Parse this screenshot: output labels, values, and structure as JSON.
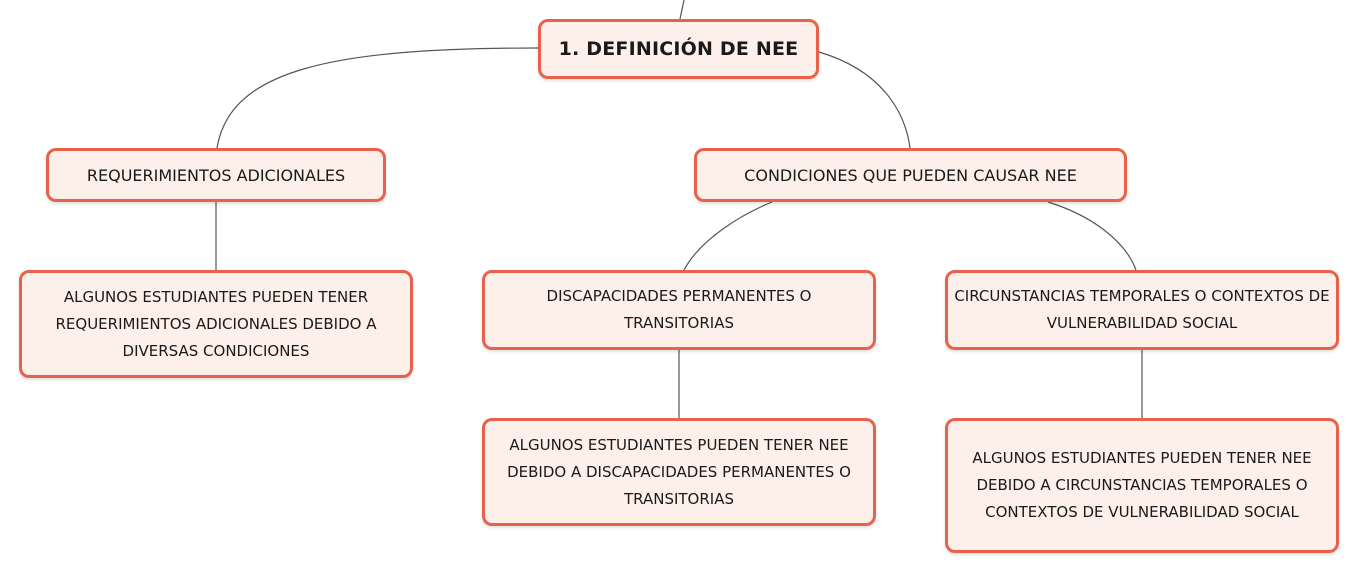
{
  "root": {
    "label": "1. DEFINICIÓN DE NEE"
  },
  "nodes": {
    "requerimientos": {
      "label": "REQUERIMIENTOS ADICIONALES"
    },
    "condiciones": {
      "label": "CONDICIONES QUE PUEDEN CAUSAR NEE"
    },
    "requerimientos_desc": {
      "label": "ALGUNOS ESTUDIANTES PUEDEN TENER REQUERIMIENTOS ADICIONALES DEBIDO A DIVERSAS CONDICIONES"
    },
    "discapacidades": {
      "label": "DISCAPACIDADES PERMANENTES O TRANSITORIAS"
    },
    "circunstancias": {
      "label": "CIRCUNSTANCIAS TEMPORALES O CONTEXTOS DE VULNERABILIDAD SOCIAL"
    },
    "discapacidades_desc": {
      "label": "ALGUNOS ESTUDIANTES PUEDEN TENER NEE DEBIDO A DISCAPACIDADES PERMANENTES O TRANSITORIAS"
    },
    "circunstancias_desc": {
      "label": "ALGUNOS ESTUDIANTES PUEDEN TENER NEE DEBIDO A CIRCUNSTANCIAS TEMPORALES O CONTEXTOS DE VULNERABILIDAD SOCIAL"
    }
  },
  "colors": {
    "node_border": "#e8624b",
    "node_fill": "#fdefe9",
    "connector": "#555555"
  }
}
